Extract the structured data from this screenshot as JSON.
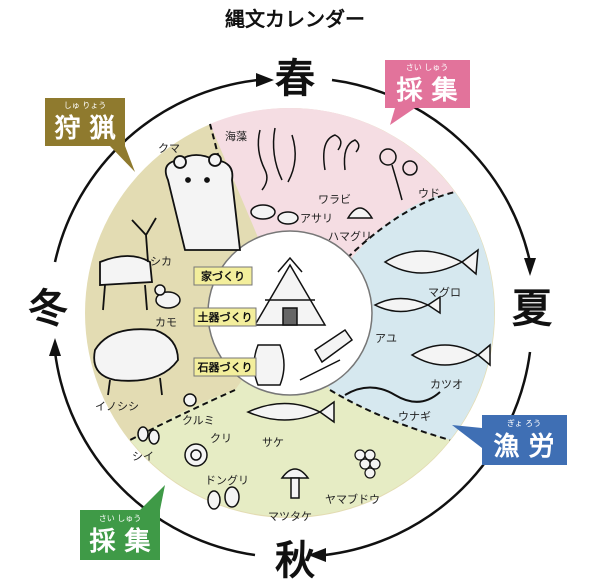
{
  "title": "縄文カレンダー",
  "seasons": {
    "spring": "春",
    "summer": "夏",
    "autumn": "秋",
    "winter": "冬"
  },
  "badges": {
    "gather_spring": {
      "text": "採 集",
      "ruby": "さい しゅう",
      "color": "#e2739b"
    },
    "hunting": {
      "text": "狩 猟",
      "ruby": "しゅ りょう",
      "color": "#8f7a2e"
    },
    "fishing": {
      "text": "漁 労",
      "ruby": "ぎょ ろう",
      "color": "#3f6fb4"
    },
    "gather_autumn": {
      "text": "採 集",
      "ruby": "さい しゅう",
      "color": "#3f9a47"
    }
  },
  "sector_colors": {
    "spring": "#f5dde3",
    "summer": "#d6e8ef",
    "autumn": "#e6ecc4",
    "winter": "#e3dcb3"
  },
  "center_labels": [
    "家づくり",
    "土器づくり",
    "石器づくり"
  ],
  "items": {
    "seaweed": "海藻",
    "warabi": "ワラビ",
    "udo": "ウド",
    "asari": "アサリ",
    "hamaguri": "ハマグリ",
    "maguro": "マグロ",
    "ayu": "アユ",
    "katsuo": "カツオ",
    "unagi": "ウナギ",
    "sake": "サケ",
    "yamabudou": "ヤマブドウ",
    "matsutake": "マツタケ",
    "donguri": "ドングリ",
    "kuri": "クリ",
    "kurumi": "クルミ",
    "shii": "シイ",
    "kuma": "クマ",
    "shika": "シカ",
    "kamo": "カモ",
    "inoshishi": "イノシシ"
  }
}
